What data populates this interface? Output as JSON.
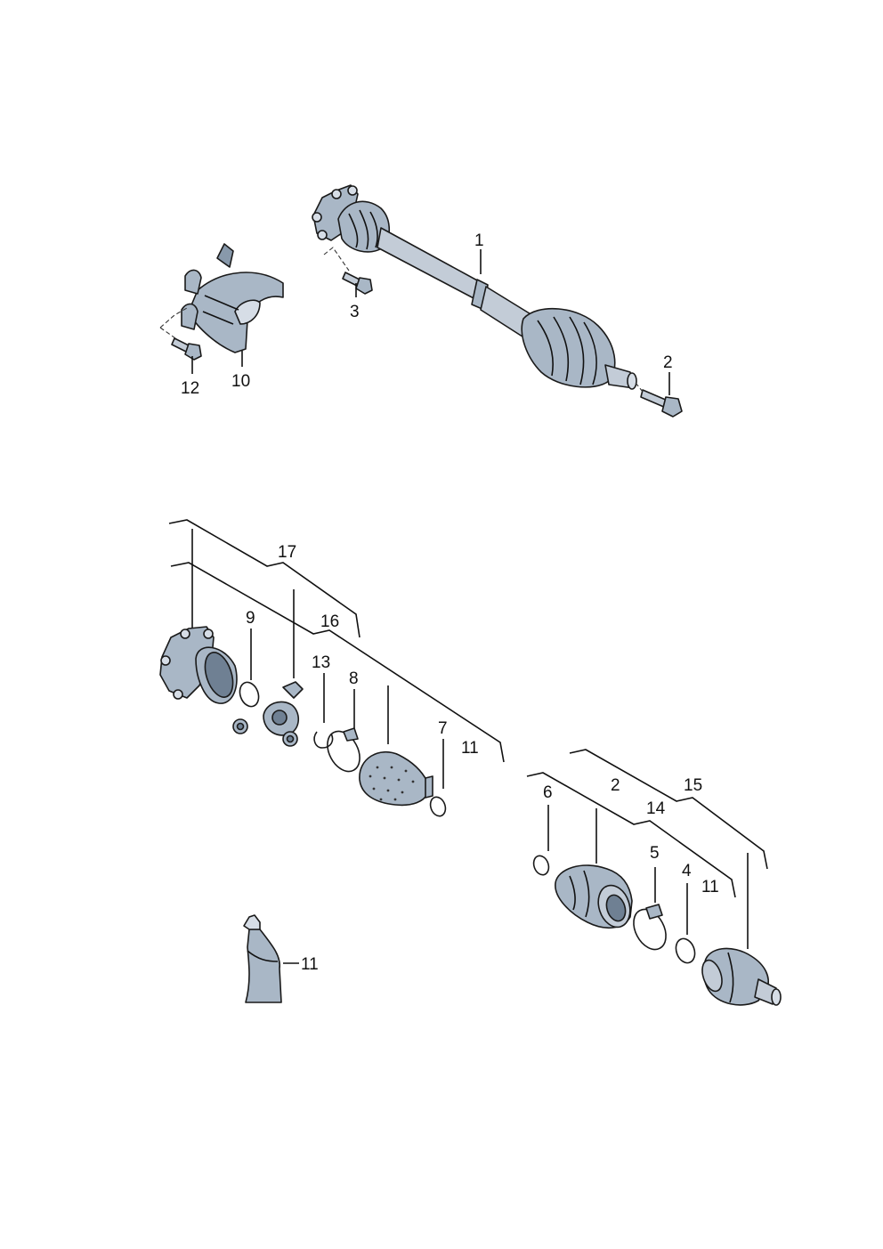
{
  "diagram": {
    "type": "exploded-parts-diagram",
    "colors": {
      "part_fill": "#a9b7c6",
      "part_light": "#d6dde6",
      "part_dark": "#6f8093",
      "outline": "#1a1a1a",
      "label": "#111111"
    },
    "callouts": {
      "c1": "1",
      "c2": "2",
      "c3": "3",
      "c10": "10",
      "c12": "12",
      "c17": "17",
      "c16": "16",
      "c9": "9",
      "c13": "13",
      "c8": "8",
      "c7": "7",
      "c11a": "11",
      "c15": "15",
      "c2b": "2",
      "c14": "14",
      "c6": "6",
      "c5": "5",
      "c4": "4",
      "c11b": "11",
      "c11c": "11"
    },
    "parts": {
      "p1": "drive-shaft",
      "p2": "hex-bolt",
      "p3": "bolt",
      "p10": "heat-shield",
      "p12": "bolt",
      "p16": "inner-joint-flange",
      "p9": "circlip",
      "p17": "tripod-star",
      "p13": "snap-ring",
      "p8": "hose-clamp-large",
      "p_boot_inner": "joint-boot",
      "p7": "hose-clamp-small",
      "p6": "hose-clamp-small",
      "p_boot_outer": "joint-boot",
      "p5": "hose-clamp-large",
      "p4": "circlip",
      "p15": "outer-joint",
      "p11": "grease-tube"
    }
  }
}
